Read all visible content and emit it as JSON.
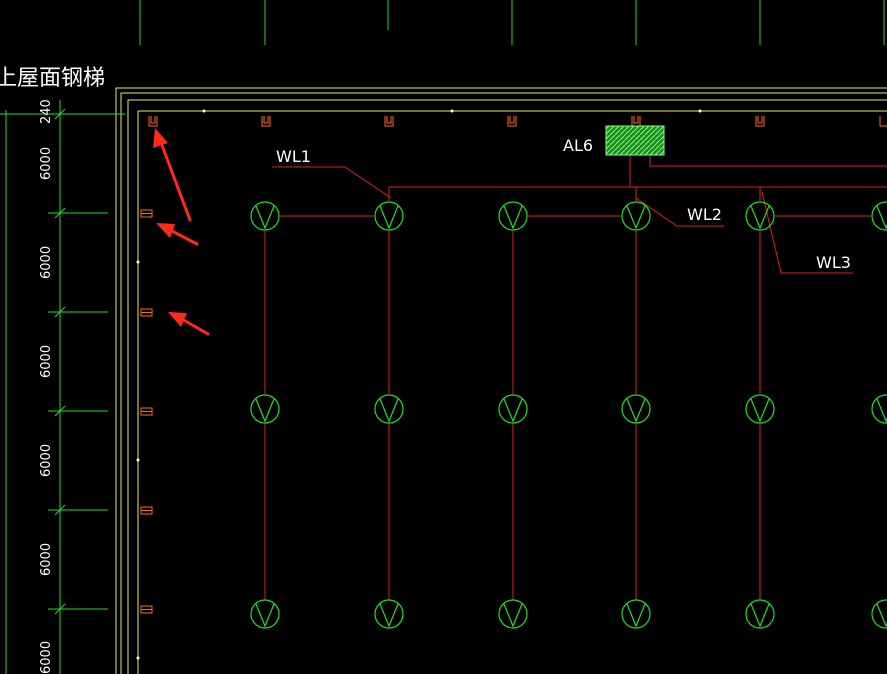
{
  "drawing": {
    "title_fragment": "上屋面钢梯",
    "panel_label": "AL6",
    "circuit_labels": [
      "WL1",
      "WL2",
      "WL3"
    ],
    "dimension_labels": [
      "240",
      "6000",
      "6000",
      "6000",
      "6000",
      "6000",
      "6000"
    ],
    "fixture_symbol_letter": "V",
    "colors": {
      "background": "#000000",
      "wire": "#e02020",
      "fixture": "#20e020",
      "dimension_line": "#20e020",
      "wall": "#e8e870",
      "text": "#ffffff",
      "annotation_arrow": "#ff2a1a",
      "panel_fill": "#2aa82a"
    }
  }
}
